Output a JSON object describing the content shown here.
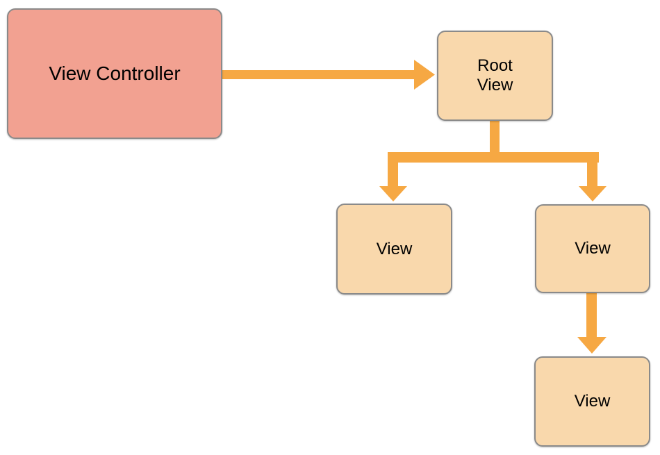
{
  "diagram": {
    "description": "View controller and view hierarchy diagram",
    "nodes": {
      "view_controller": {
        "label": "View Controller"
      },
      "root_view": {
        "label": "Root\nView"
      },
      "view_left": {
        "label": "View"
      },
      "view_right": {
        "label": "View"
      },
      "view_bottom": {
        "label": "View"
      }
    },
    "edges": [
      {
        "from": "view_controller",
        "to": "root_view"
      },
      {
        "from": "root_view",
        "to": "view_left"
      },
      {
        "from": "root_view",
        "to": "view_right"
      },
      {
        "from": "view_right",
        "to": "view_bottom"
      }
    ]
  },
  "colors": {
    "controller_fill": "#f2a191",
    "view_fill": "#f9d8ac",
    "arrow_orange": "#f6a843",
    "border_gray": "#8a8a8a"
  }
}
